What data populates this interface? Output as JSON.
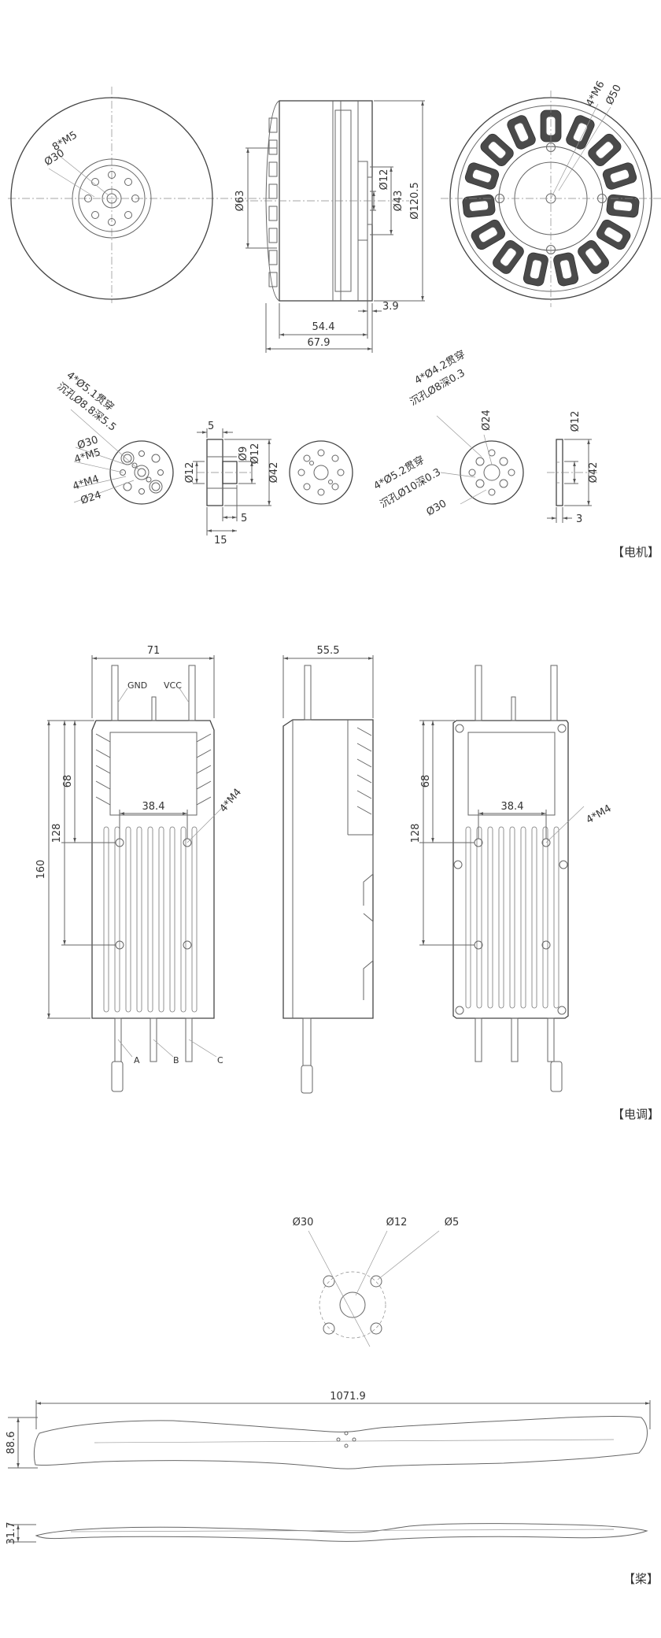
{
  "motor": {
    "front_view": {
      "holes": "8*M5",
      "pcd": "Ø30"
    },
    "side_view": {
      "d_boss": "Ø63",
      "d_shaft": "Ø12",
      "d_hub": "Ø43",
      "d_outer": "Ø120.5",
      "w_rim": "3.9",
      "w_body": "54.4",
      "w_total": "67.9"
    },
    "rear_view": {
      "holes": "4*M6",
      "pcd": "Ø50"
    },
    "adapter_a": {
      "note_1": "4*Ø5.1贯穿",
      "note_2": "沉孔Ø8.8深5.5",
      "pcd_30": "Ø30",
      "holes_m5": "4*M5",
      "holes_m4": "4*M4",
      "pcd_24": "Ø24"
    },
    "adapter_a_side": {
      "t_top": "5",
      "d_9": "Ø9",
      "d_12": "Ø12",
      "d_12b": "Ø12",
      "d_42": "Ø42",
      "t_bot": "5",
      "w": "15"
    },
    "adapter_b": {
      "note_1": "4*Ø4.2贯穿",
      "note_2": "沉孔Ø8深0.3",
      "pcd_24": "Ø24",
      "note_3": "4*Ø5.2贯穿",
      "note_4": "沉孔Ø10深0.3",
      "pcd_30": "Ø30"
    },
    "adapter_b_side": {
      "d_12": "Ø12",
      "d_42": "Ø42",
      "t": "3"
    },
    "caption": "【电机】"
  },
  "esc": {
    "front": {
      "width": "71",
      "gnd": "GND",
      "vcc": "VCC",
      "h_68": "68",
      "w_38": "38.4",
      "holes": "4*M4",
      "h_128": "128",
      "h_160": "160",
      "phase_a": "A",
      "phase_b": "B",
      "phase_c": "C"
    },
    "side": {
      "depth": "55.5"
    },
    "back": {
      "h_68": "68",
      "w_38": "38.4",
      "holes": "4*M4",
      "h_128": "128"
    },
    "caption": "【电调】"
  },
  "prop": {
    "hub": {
      "d_30": "Ø30",
      "d_12": "Ø12",
      "d_5": "Ø5"
    },
    "top": {
      "length": "1071.9",
      "chord": "88.6"
    },
    "side": {
      "thickness": "31.7"
    },
    "caption": "【桨】"
  }
}
